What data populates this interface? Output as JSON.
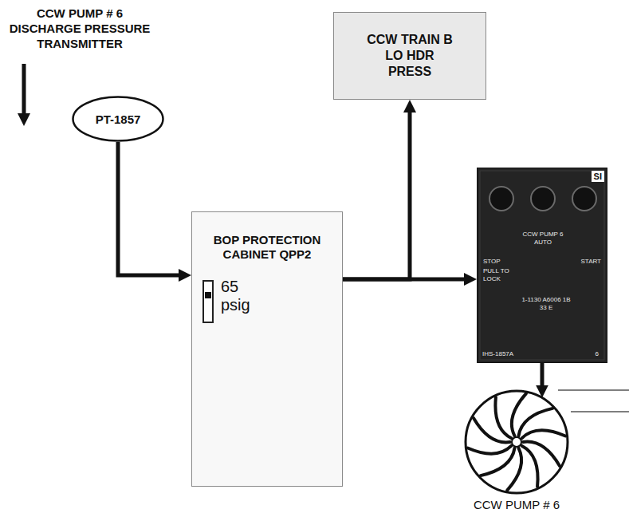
{
  "diagram": {
    "nodes": [
      {
        "text": [
          "PT-1857"
        ]
      },
      {
        "text": [
          "BOP PROTECTION CABINET QPP2",
          "65 psig"
        ]
      },
      {
        "text": [
          "CCW TRAIN B LO HDR PRESS"
        ]
      },
      {
        "text": [
          "SI",
          "CCW PUMP 6 AUTO",
          "STOP",
          "START",
          "PULL TO LOCK",
          "1-1130 A6006 1B 33 E",
          "IHS-1857A",
          "6"
        ]
      },
      {
        "text": [
          "CCW PUMP # 6"
        ]
      }
    ],
    "edges": [
      {
        "from": 0,
        "to": 1,
        "arrow": "to"
      },
      {
        "from": 1,
        "to": 2,
        "arrow": "to"
      },
      {
        "from": 1,
        "to": 3,
        "arrow": "to"
      },
      {
        "from": 3,
        "to": 4,
        "arrow": "to"
      }
    ],
    "labels": [
      "CCW PUMP # 6 DISCHARGE PRESSURE TRANSMITTER"
    ]
  }
}
